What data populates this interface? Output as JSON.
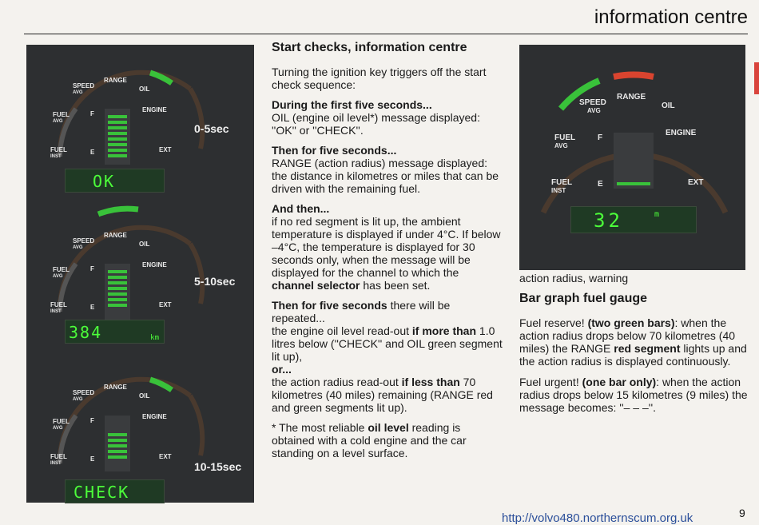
{
  "header": {
    "title": "information centre"
  },
  "dashboards": [
    {
      "caption": "0-5sec",
      "display": "OK",
      "unit": ""
    },
    {
      "caption": "5-10sec",
      "display": "384",
      "unit": "km"
    },
    {
      "caption": "10-15sec",
      "display": "CHECK",
      "unit": ""
    }
  ],
  "gauge_labels": {
    "speed": "SPEED",
    "avg": "AVG",
    "range": "RANGE",
    "oil": "OIL",
    "fuel": "FUEL",
    "inst": "INST",
    "engine": "ENGINE",
    "ext": "EXT",
    "f": "F",
    "e": "E"
  },
  "right_display": {
    "value": "32",
    "unit": "m"
  },
  "colors": {
    "panel": "#2d2f31",
    "green": "#39c23a",
    "red": "#d9442f",
    "lcd_text": "#4cff3a"
  },
  "section": {
    "heading": "Start checks, information centre",
    "intro": "Turning the ignition key triggers off the start check sequence:",
    "five_first_head": "During the first five seconds...",
    "five_first_body": "OIL (engine oil level*) message displayed: ''OK'' or ''CHECK''.",
    "five_then_head": "Then for five seconds...",
    "five_then_body": "RANGE (action radius) message displayed: the distance in kilometres or miles that can be driven with the remaining fuel.",
    "and_then_head": "And then...",
    "and_then_body_1": "if no red segment is lit up, the ambient temperature is displayed if under 4°C. If below –4°C, the temperature is displayed for 30 seconds only, when the message will be displayed for the channel to which the ",
    "channel_selector": "channel selector",
    "and_then_body_2": " has been set.",
    "then_five_head": "Then for five seconds",
    "then_five_tail": " there will be repeated...",
    "oil_readout_1": "the engine oil level read-out ",
    "if_more_than": "if more than",
    "oil_readout_2": " 1.0 litres below (''CHECK'' and OIL green segment lit up),",
    "or": "or...",
    "radius_1": "the action radius read-out ",
    "if_less_than": "if less than",
    "radius_2": " 70 kilometres (40 miles) remaining (RANGE red and green segments lit up).",
    "footnote_1": "* The most reliable ",
    "oil_level": "oil level",
    "footnote_2": " reading is obtained with a cold engine and the car standing on a level surface."
  },
  "right_column": {
    "caption": "action radius, warning",
    "heading": "Bar graph fuel gauge",
    "reserve_label": "Fuel reserve! ",
    "reserve_bold": "(two green bars)",
    "reserve_body_1": ": when the action radius drops below 70 kilometres (40 miles) the RANGE ",
    "red_segment": "red segment",
    "reserve_body_2": " lights up and the action radius is displayed continuously.",
    "urgent_label": "Fuel urgent! ",
    "urgent_bold": "(one bar only)",
    "urgent_body": ": when the action radius drops below 15 kilometres (9 miles) the message becomes: ''– – –''."
  },
  "footer": {
    "url": "http://volvo480.northernscum.org.uk",
    "page": "9"
  }
}
